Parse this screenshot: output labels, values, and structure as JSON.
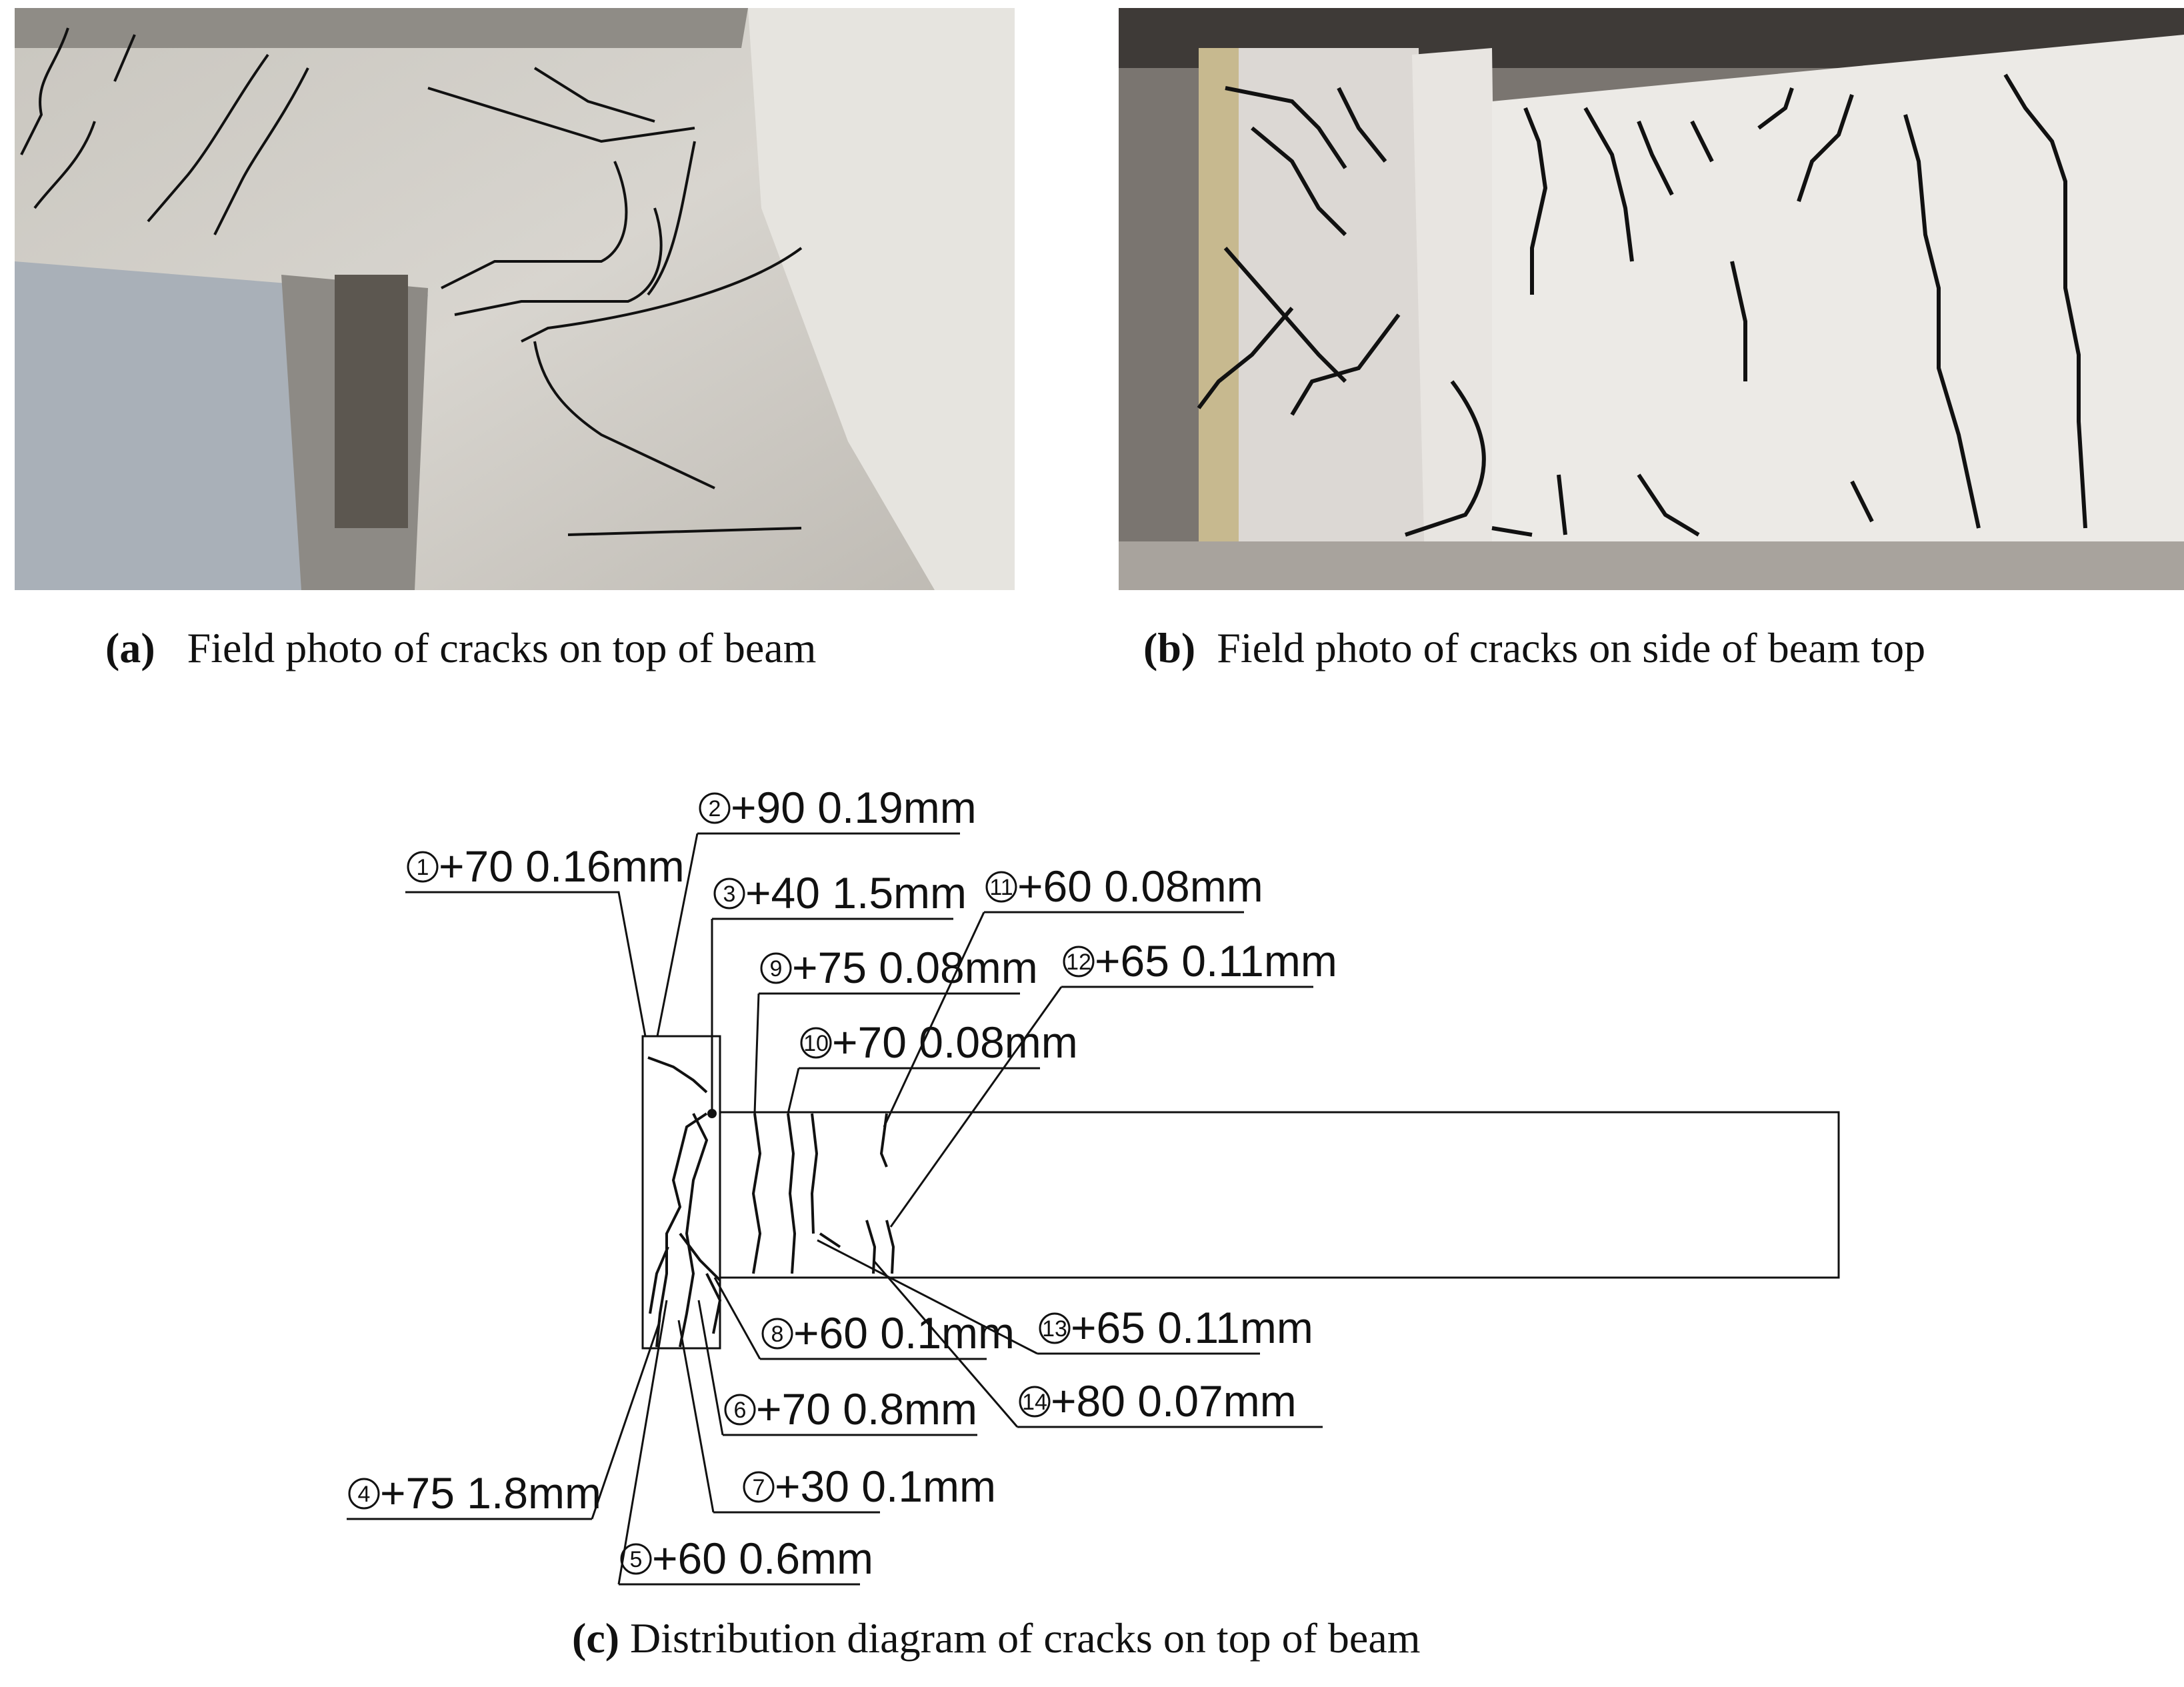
{
  "figure": {
    "panel_a": {
      "tag": "(a)",
      "caption": "Field photo of cracks on top of beam"
    },
    "panel_b": {
      "tag": "(b)",
      "caption": "Field photo of cracks on side of beam top"
    },
    "panel_c": {
      "tag": "(c)",
      "caption": "Distribution diagram of cracks on top of beam"
    }
  },
  "cracks": [
    {
      "id": "1",
      "text": "+70  0.16mm"
    },
    {
      "id": "2",
      "text": "+90  0.19mm"
    },
    {
      "id": "3",
      "text": "+40  1.5mm"
    },
    {
      "id": "4",
      "text": "+75  1.8mm"
    },
    {
      "id": "5",
      "text": "+60  0.6mm"
    },
    {
      "id": "6",
      "text": "+70  0.8mm"
    },
    {
      "id": "7",
      "text": "+30  0.1mm"
    },
    {
      "id": "8",
      "text": "+60  0.1mm"
    },
    {
      "id": "9",
      "text": "+75  0.08mm"
    },
    {
      "id": "10",
      "text": "+70  0.08mm"
    },
    {
      "id": "11",
      "text": "+60  0.08mm"
    },
    {
      "id": "12",
      "text": "+65  0.11mm"
    },
    {
      "id": "13",
      "text": "+65  0.11mm"
    },
    {
      "id": "14",
      "text": "+80  0.07mm"
    }
  ]
}
